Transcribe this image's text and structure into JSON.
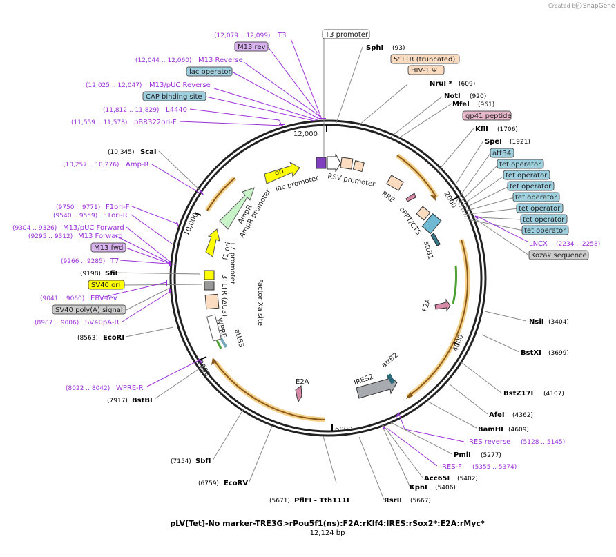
{
  "brand": {
    "created_by": "Created by",
    "name": "SnapGene"
  },
  "plasmid": {
    "name": "pLV[Tet]-No marker-TRE3G>rPou5f1(ns):F2A:rKlf4:IRES:rSox2*:E2A:rMyc*",
    "size": "12,124 bp"
  },
  "ticks": [
    "12,000",
    "2000",
    "4000",
    "6000",
    "8000",
    "10,000"
  ],
  "left_labels": [
    {
      "id": "t3",
      "range": "(12,079 .. 12,099)",
      "text": "T3"
    },
    {
      "id": "m13rev",
      "text": "M13 rev",
      "boxed": true,
      "color": "#d9b3f0"
    },
    {
      "id": "m13reverse",
      "range": "(12,044 .. 12,060)",
      "text": "M13 Reverse"
    },
    {
      "id": "lacop",
      "text": "lac operator",
      "boxed": true,
      "color": "#9ecfdf"
    },
    {
      "id": "m13puc",
      "range": "(12,025 .. 12,047)",
      "text": "M13/pUC Reverse"
    },
    {
      "id": "cap",
      "text": "CAP binding site",
      "boxed": true,
      "color": "#9ecfdf"
    },
    {
      "id": "l4440",
      "range": "(11,812 .. 11,829)",
      "text": "L4440"
    },
    {
      "id": "pbr",
      "range": "(11,559 .. 11,578)",
      "text": "pBR322ori-F"
    },
    {
      "id": "scai",
      "num": "(10,345)",
      "text": "ScaI",
      "site": true
    },
    {
      "id": "ampr",
      "range": "(10,257 .. 10,276)",
      "text": "Amp-R"
    },
    {
      "id": "f1f",
      "range": "(9750 .. 9771)",
      "text": "F1ori-F"
    },
    {
      "id": "f1r",
      "range": "(9540 .. 9559)",
      "text": "F1ori-R"
    },
    {
      "id": "m13pucf",
      "range": "(9304 .. 9326)",
      "text": "M13/pUC Forward"
    },
    {
      "id": "m13f",
      "range": "(9295 .. 9312)",
      "text": "M13 Forward"
    },
    {
      "id": "m13fwd",
      "text": "M13 fwd",
      "boxed": true,
      "color": "#d9b3f0"
    },
    {
      "id": "t7",
      "range": "(9266 .. 9285)",
      "text": "T7"
    },
    {
      "id": "sfii",
      "num": "(9198)",
      "text": "SfiI",
      "site": true
    },
    {
      "id": "sv40ori",
      "text": "SV40 ori",
      "boxed": true,
      "color": "#ffff00"
    },
    {
      "id": "ebv",
      "range": "(9041 .. 9060)",
      "text": "EBV-rev"
    },
    {
      "id": "sv40pa",
      "text": "SV40 poly(A) signal",
      "boxed": true,
      "color": "#cccccc"
    },
    {
      "id": "sv40par",
      "range": "(8987 .. 9006)",
      "text": "SV40pA-R"
    },
    {
      "id": "ecori",
      "num": "(8563)",
      "text": "EcoRI",
      "site": true
    },
    {
      "id": "wprer",
      "range": "(8022 .. 8042)",
      "text": "WPRE-R"
    },
    {
      "id": "bstbi",
      "num": "(7917)",
      "text": "BstBI",
      "site": true
    },
    {
      "id": "sbfi",
      "num": "(7154)",
      "text": "SbfI",
      "site": true
    },
    {
      "id": "ecorv",
      "num": "(6759)",
      "text": "EcoRV",
      "site": true
    },
    {
      "id": "pflfi",
      "num": "(5671)",
      "text": "PflFI - Tth111I",
      "site": true
    }
  ],
  "right_labels": [
    {
      "id": "t3p",
      "text": "T3 promoter",
      "boxed": true,
      "color": "#ffffff"
    },
    {
      "id": "sphi",
      "text": "SphI",
      "num": "(93)",
      "site": true
    },
    {
      "id": "ltr5",
      "text": "5' LTR (truncated)",
      "boxed": true,
      "color": "#fbdcc0"
    },
    {
      "id": "hiv",
      "text": "HIV-1 Ψ",
      "boxed": true,
      "color": "#fbdcc0"
    },
    {
      "id": "nrui",
      "text": "NruI *",
      "num": "(609)",
      "site": true
    },
    {
      "id": "noti",
      "text": "NotI",
      "num": "(920)",
      "site": true
    },
    {
      "id": "mfei",
      "text": "MfeI",
      "num": "(961)",
      "site": true
    },
    {
      "id": "gp41",
      "text": "gp41 peptide",
      "boxed": true,
      "color": "#e8b7c9"
    },
    {
      "id": "kfli",
      "text": "KflI",
      "num": "(1706)",
      "site": true
    },
    {
      "id": "spei",
      "text": "SpeI",
      "num": "(1921)",
      "site": true
    },
    {
      "id": "attb4",
      "text": "attB4",
      "boxed": true,
      "color": "#9ecfdf"
    },
    {
      "id": "to1",
      "text": "tet operator",
      "boxed": true,
      "color": "#9ecfdf"
    },
    {
      "id": "to2",
      "text": "tet operator",
      "boxed": true,
      "color": "#9ecfdf"
    },
    {
      "id": "to3",
      "text": "tet operator",
      "boxed": true,
      "color": "#9ecfdf"
    },
    {
      "id": "to4",
      "text": "tet operator",
      "boxed": true,
      "color": "#9ecfdf"
    },
    {
      "id": "to5",
      "text": "tet operator",
      "boxed": true,
      "color": "#9ecfdf"
    },
    {
      "id": "to6",
      "text": "tet operator",
      "boxed": true,
      "color": "#9ecfdf"
    },
    {
      "id": "to7",
      "text": "tet operator",
      "boxed": true,
      "color": "#9ecfdf"
    },
    {
      "id": "lncx",
      "text": "LNCX",
      "range": "(2234 .. 2258)"
    },
    {
      "id": "kozak",
      "text": "Kozak sequence",
      "boxed": true,
      "color": "#cccccc"
    },
    {
      "id": "nsii",
      "text": "NsiI",
      "num": "(3404)",
      "site": true
    },
    {
      "id": "bstxi",
      "text": "BstXI",
      "num": "(3699)",
      "site": true
    },
    {
      "id": "bstz17i",
      "text": "BstZ17I",
      "num": "(4107)",
      "site": true
    },
    {
      "id": "afei",
      "text": "AfeI",
      "num": "(4362)",
      "site": true
    },
    {
      "id": "bamhi",
      "text": "BamHI",
      "num": "(4609)",
      "site": true
    },
    {
      "id": "iresrev",
      "text": "IRES reverse",
      "range": "(5128 .. 5145)"
    },
    {
      "id": "pmli",
      "text": "PmlI",
      "num": "(5277)",
      "site": true
    },
    {
      "id": "iresf",
      "text": "IRES-F",
      "range": "(5355 .. 5374)"
    },
    {
      "id": "acc65i",
      "text": "Acc65I",
      "num": "(5402)",
      "site": true
    },
    {
      "id": "kpni",
      "text": "KpnI",
      "num": "(5406)",
      "site": true
    },
    {
      "id": "rsrii",
      "text": "RsrII",
      "num": "(5667)",
      "site": true
    }
  ],
  "inner_labels": {
    "ori": "ori",
    "lac_promoter": "lac promoter",
    "rsv_promoter": "RSV promoter",
    "ampr": "AmpR",
    "ampr_promoter": "AmpR promoter",
    "rre": "RRE",
    "cppt": "cPPT/CTS",
    "f1_ori": "f1 ori",
    "attb1": "attB1",
    "t7_promoter": "T7 promoter",
    "ltr3": "3' LTR (ΔU3)",
    "factor_xa": "Factor Xa site",
    "f2a": "F2A",
    "wpre": "WPRE",
    "attb3": "attB3",
    "ires2": "IRES2",
    "attb2": "attB2",
    "e2a": "E2A"
  }
}
